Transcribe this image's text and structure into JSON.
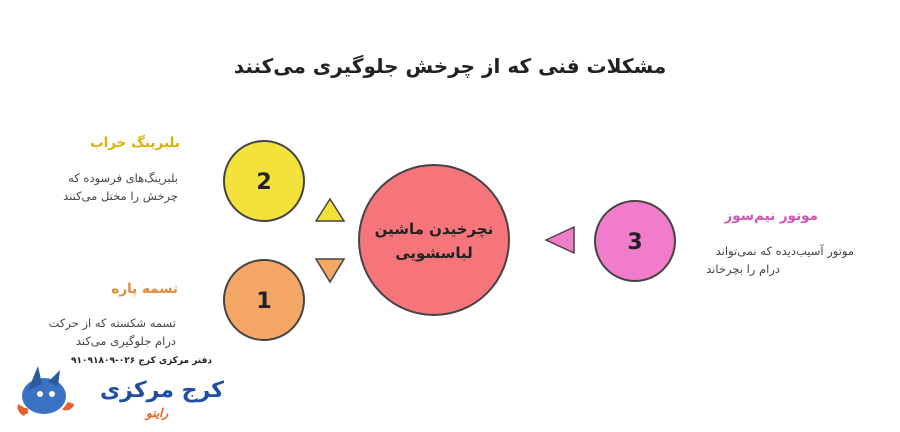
{
  "title": "مشکلات فنی که از چرخش جلوگیری می‌کنند",
  "center": {
    "text_line1": "نچرخیدن ماشین",
    "text_line2": "لباسشویی"
  },
  "items": [
    {
      "number": "2",
      "label": "بلبرینگ خراب",
      "desc_line1": "بلبرینگ‌های فرسوده که",
      "desc_line2": "چرخش را مختل می‌کنند",
      "label_color": "#e0b000",
      "circle_color": "#f2e23a"
    },
    {
      "number": "1",
      "label": "تسمه پاره",
      "desc_line1": "تسمه شکسته که از حرکت",
      "desc_line2": "درام جلوگیری می‌کند",
      "label_color": "#e08a3a",
      "circle_color": "#f5a865"
    },
    {
      "number": "3",
      "label": "موتور نیم‌سوز",
      "desc_line1": "موتور آسیب‌دیده که نمی‌تواند",
      "desc_line2": "درام را بچرخاند",
      "label_color": "#d254b0",
      "circle_color": "#f07ccb"
    }
  ],
  "colors": {
    "center_fill": "#f5757a",
    "outline": "#444444"
  },
  "logo": {
    "office_phone": "دفتر مرکزی کرج ۰۲۶-۹۱۰۹۱۸۰۹",
    "brand": "کرج مرکزی",
    "sub": "راینو",
    "icon": "rhino-icon"
  }
}
